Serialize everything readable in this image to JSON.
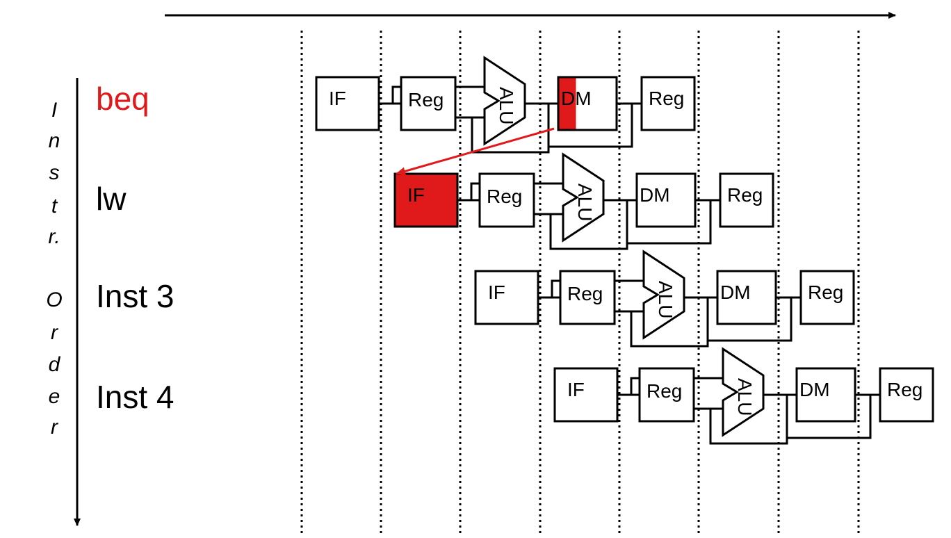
{
  "axis": {
    "vertical_label_letters": [
      "I",
      "n",
      "s",
      "t",
      "r.",
      "",
      "O",
      "r",
      "d",
      "e",
      "r"
    ]
  },
  "instructions": [
    {
      "label": "beq",
      "color": "#e0191b"
    },
    {
      "label": "lw",
      "color": "#000000"
    },
    {
      "label": "Inst 3",
      "color": "#000000"
    },
    {
      "label": "Inst 4",
      "color": "#000000"
    }
  ],
  "stages": {
    "if": "IF",
    "reg": "Reg",
    "alu": "ALU",
    "dm": "DM",
    "wb": "Reg"
  },
  "highlights": {
    "color": "#e0191b",
    "beq_dm_partial": true,
    "lw_if_full": true,
    "forwarding_arrow": "beq DM → lw IF"
  }
}
